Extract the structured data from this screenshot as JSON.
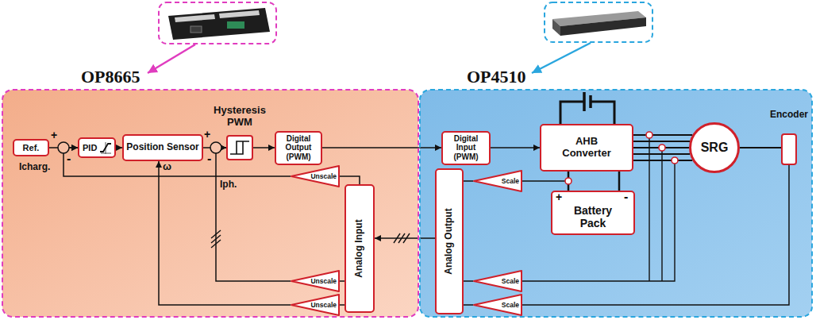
{
  "diagram": {
    "nodes": [
      {
        "text": [
          "OP8665"
        ]
      },
      {
        "text": [
          "OP4510"
        ]
      },
      {
        "text": [
          "Ref."
        ],
        "in": 0
      },
      {
        "text": [
          "PID"
        ],
        "in": 0
      },
      {
        "text": [
          "Position Sensor"
        ],
        "in": 0
      },
      {
        "text": [
          "Hysteresis PWM"
        ],
        "in": 0
      },
      {
        "text": [
          "Digital Output (PWM)"
        ],
        "in": 0
      },
      {
        "text": [
          "Unscale"
        ],
        "in": 0
      },
      {
        "text": [
          "Analog Input"
        ],
        "in": 0
      },
      {
        "text": [
          "Unscale"
        ],
        "in": 0
      },
      {
        "text": [
          "Unscale"
        ],
        "in": 0
      },
      {
        "text": [
          "Digital Input (PWM)"
        ],
        "in": 1
      },
      {
        "text": [
          "AHB Converter"
        ],
        "in": 1
      },
      {
        "text": [
          "SRG"
        ],
        "in": 1
      },
      {
        "text": [
          "Encoder"
        ],
        "in": 1
      },
      {
        "text": [
          "Scale"
        ],
        "in": 1
      },
      {
        "text": [
          "Battery Pack"
        ],
        "in": 1
      },
      {
        "text": [
          "Analog Output"
        ],
        "in": 1
      },
      {
        "text": [
          "Scale"
        ],
        "in": 1
      },
      {
        "text": [
          "Scale"
        ],
        "in": 1
      }
    ],
    "edges": [
      {
        "from": 2,
        "to": 3,
        "arrow": "to"
      },
      {
        "from": 7,
        "to": 3,
        "arrow": "to"
      },
      {
        "from": 3,
        "to": 4,
        "arrow": "to"
      },
      {
        "from": 4,
        "to": 5,
        "arrow": "to"
      },
      {
        "from": 9,
        "to": 5,
        "arrow": "to"
      },
      {
        "from": 10,
        "to": 4,
        "arrow": "to"
      },
      {
        "from": 5,
        "to": 6,
        "arrow": "to"
      },
      {
        "from": 6,
        "to": 11,
        "arrow": "to"
      },
      {
        "from": 11,
        "to": 12,
        "arrow": "to"
      },
      {
        "from": 12,
        "to": 13,
        "arrow": "none"
      },
      {
        "from": 13,
        "to": 14,
        "arrow": "none"
      },
      {
        "from": 12,
        "to": 16,
        "arrow": "none"
      },
      {
        "from": 17,
        "to": 8,
        "arrow": "to"
      },
      {
        "from": 8,
        "to": 7,
        "arrow": "none"
      },
      {
        "from": 8,
        "to": 9,
        "arrow": "none"
      },
      {
        "from": 8,
        "to": 10,
        "arrow": "none"
      },
      {
        "from": 15,
        "to": 17,
        "arrow": "none"
      },
      {
        "from": 18,
        "to": 17,
        "arrow": "none"
      },
      {
        "from": 19,
        "to": 17,
        "arrow": "none"
      },
      {
        "from": 14,
        "to": 19,
        "arrow": "none"
      }
    ],
    "labels": [
      "+",
      "-",
      "Icharg.",
      "ω",
      "+",
      "-",
      "Iph.",
      "+",
      "-"
    ]
  }
}
